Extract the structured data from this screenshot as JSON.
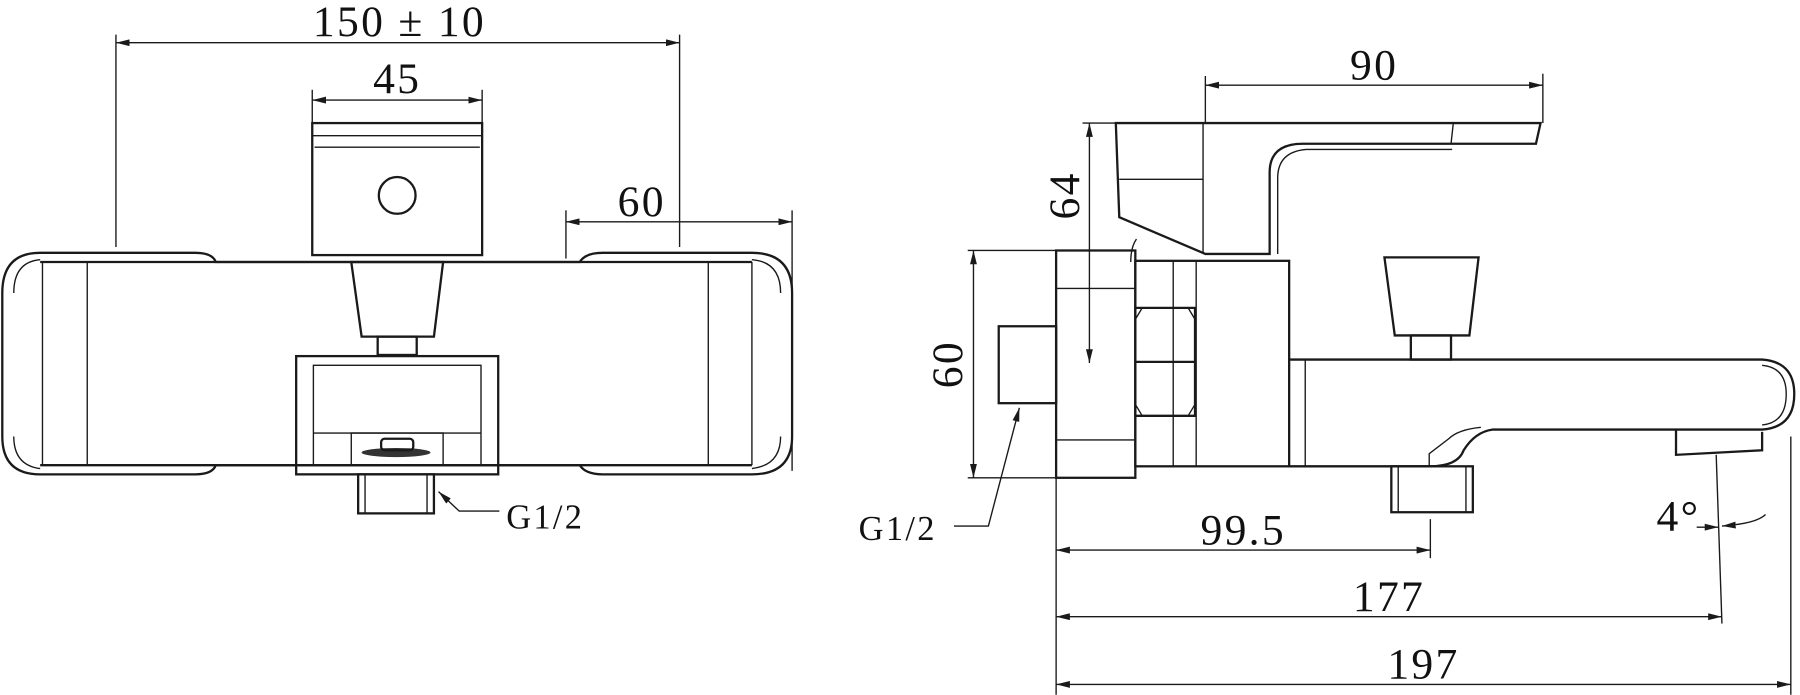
{
  "front_view": {
    "dim_overall_width": "150 ± 10",
    "dim_handle_width": "45",
    "dim_end_cap": "60",
    "thread_label": "G1/2"
  },
  "side_view": {
    "dim_lever_length": "90",
    "dim_lever_height": "64",
    "dim_flange_height": "60",
    "thread_label": "G1/2",
    "dim_outlet_position": "99.5",
    "dim_spout_reach": "177",
    "dim_overall_depth": "197",
    "dim_outlet_angle": "4°"
  },
  "colors": {
    "line": "#1a1a1a",
    "background": "#ffffff"
  }
}
